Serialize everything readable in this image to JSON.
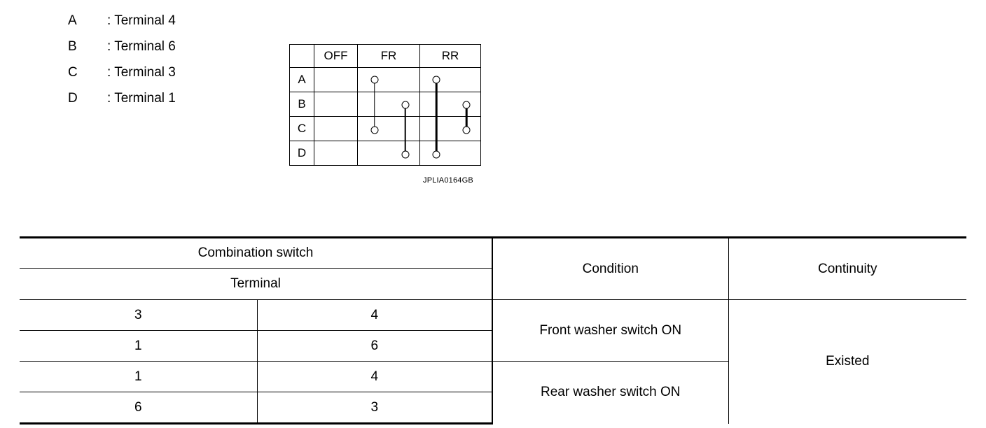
{
  "legend": {
    "items": [
      {
        "key": "A",
        "value": ": Terminal 4"
      },
      {
        "key": "B",
        "value": ": Terminal 6"
      },
      {
        "key": "C",
        "value": ": Terminal 3"
      },
      {
        "key": "D",
        "value": ": Terminal 1"
      }
    ]
  },
  "matrix": {
    "caption": "JPLIA0164GB",
    "corner_label": "",
    "columns": [
      "OFF",
      "FR",
      "RR"
    ],
    "rows": [
      "A",
      "B",
      "C",
      "D"
    ],
    "connections": [
      {
        "column": "FR",
        "position": "left",
        "from": "A",
        "to": "C",
        "weight": "thin"
      },
      {
        "column": "FR",
        "position": "right",
        "from": "B",
        "to": "D",
        "weight": "thick"
      },
      {
        "column": "RR",
        "position": "left",
        "from": "A",
        "to": "D",
        "weight": "thick"
      },
      {
        "column": "RR",
        "position": "right",
        "from": "B",
        "to": "C",
        "weight": "thick"
      }
    ]
  },
  "table": {
    "headers": {
      "group": "Combination switch",
      "terminal": "Terminal",
      "condition": "Condition",
      "continuity": "Continuity"
    },
    "rows": [
      {
        "terminal_a": "3",
        "terminal_b": "4"
      },
      {
        "terminal_a": "1",
        "terminal_b": "6"
      },
      {
        "terminal_a": "1",
        "terminal_b": "4"
      },
      {
        "terminal_a": "6",
        "terminal_b": "3"
      }
    ],
    "conditions": [
      "Front washer switch ON",
      "Rear washer switch ON"
    ],
    "continuity": "Existed"
  }
}
